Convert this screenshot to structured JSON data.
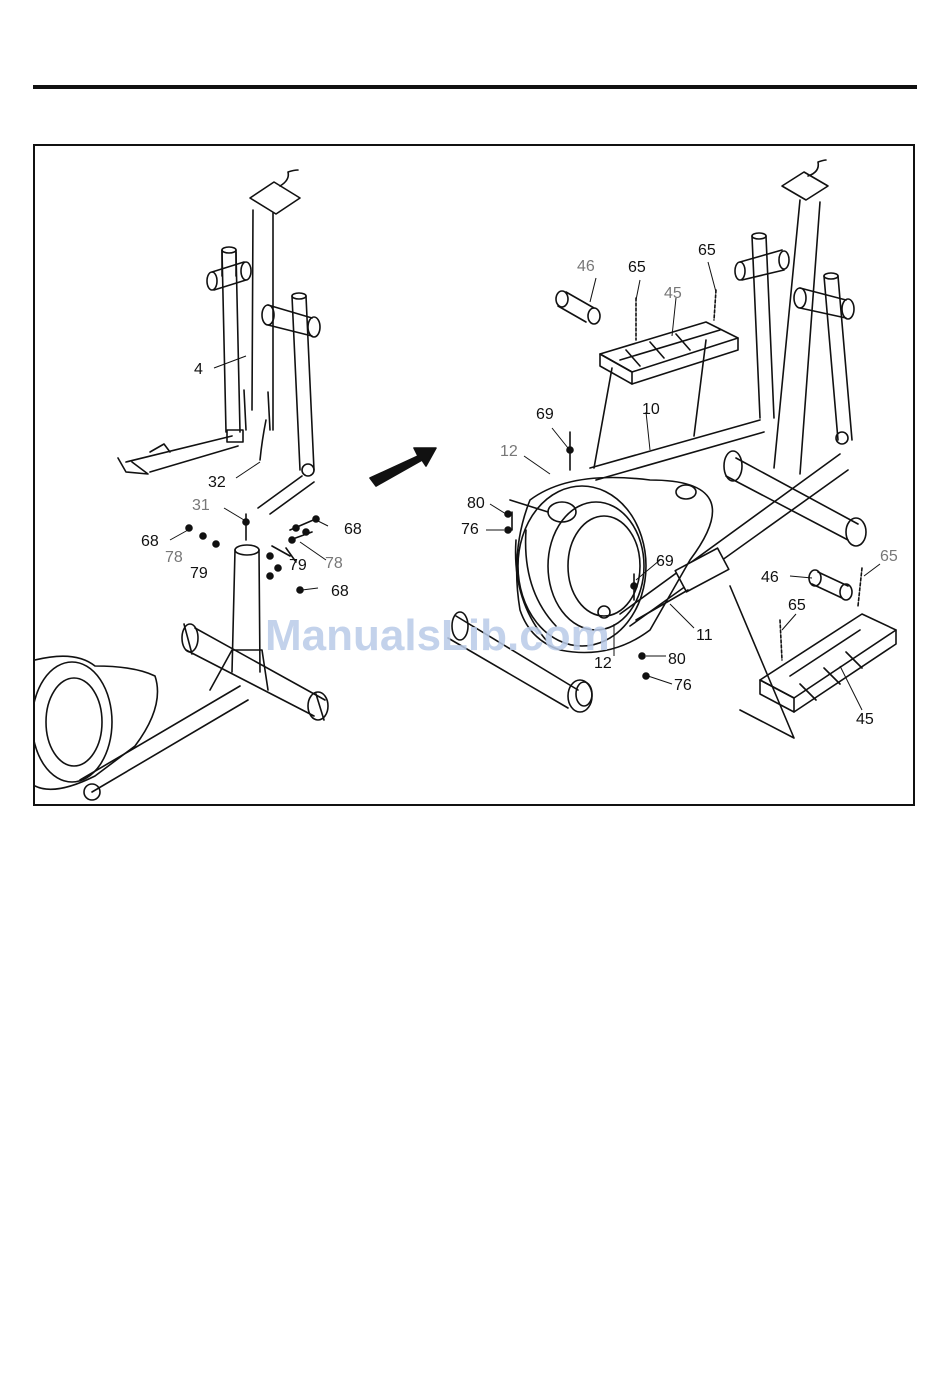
{
  "watermark": "ManualsLib.com",
  "left_diagram": {
    "labels": {
      "p4": "4",
      "p32": "32",
      "p31": "31",
      "p68a": "68",
      "p78a": "78",
      "p79a": "79",
      "p68b": "68",
      "p79b": "79",
      "p78b": "78",
      "p68c": "68"
    }
  },
  "right_diagram": {
    "labels": {
      "p46a": "46",
      "p65a": "65",
      "p45a": "45",
      "p65b": "65",
      "p69a": "69",
      "p10": "10",
      "p12a": "12",
      "p80a": "80",
      "p76a": "76",
      "p69b": "69",
      "p46b": "46",
      "p65c": "65",
      "p65d": "65",
      "p11": "11",
      "p12b": "12",
      "p80b": "80",
      "p76b": "76",
      "p45b": "45"
    }
  },
  "colors": {
    "line": "#111111",
    "gray_label": "#777777",
    "watermark": "#b9cbe8"
  }
}
